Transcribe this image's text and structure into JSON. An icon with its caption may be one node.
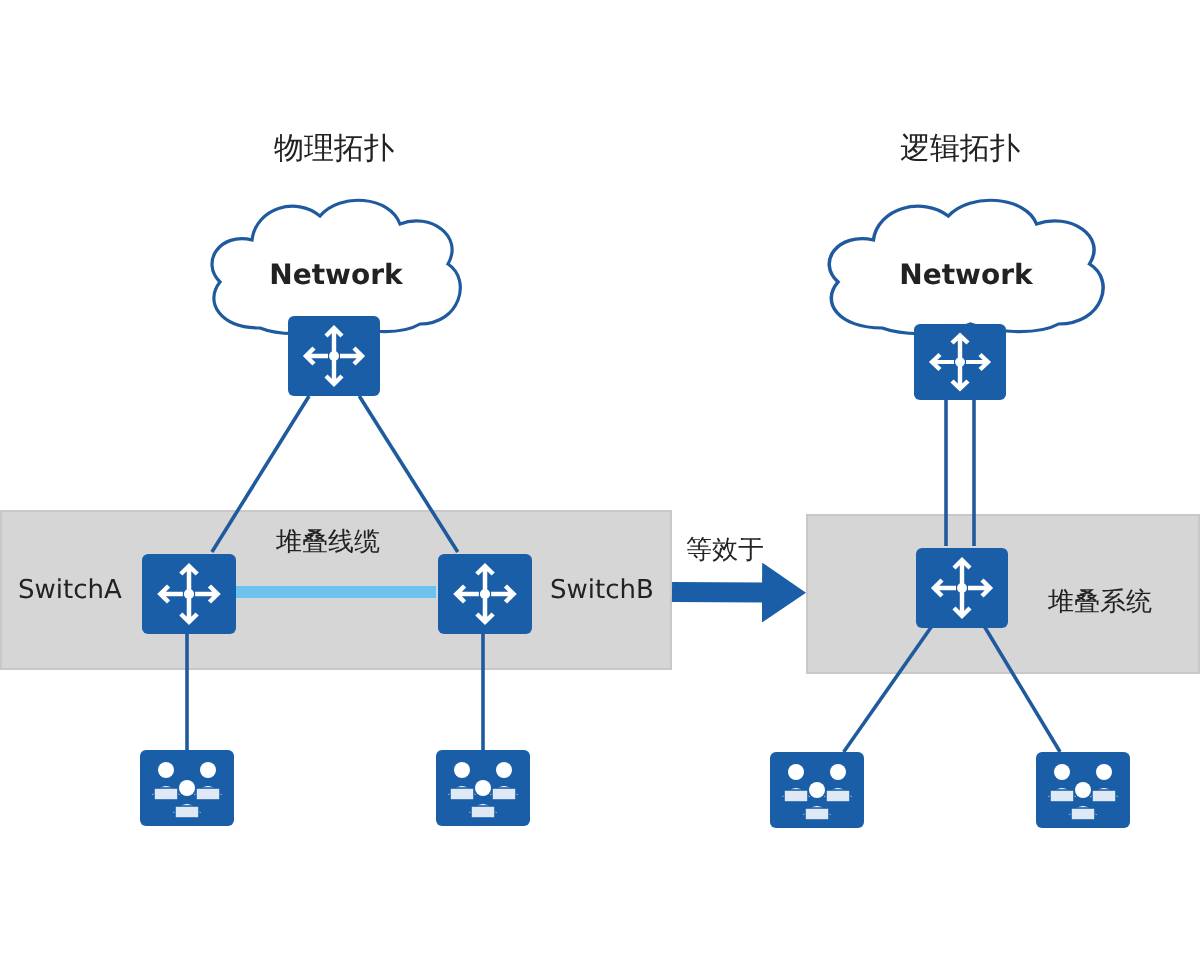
{
  "diagram": {
    "nodes": [
      {
        "text": [
          "Network"
        ]
      },
      {
        "text": [],
        "shape": "box"
      },
      {
        "text": [],
        "shape": "box"
      },
      {
        "text": [],
        "shape": "box",
        "in": 2,
        "beside": [
          "SwitchA"
        ]
      },
      {
        "text": [],
        "shape": "box",
        "in": 2,
        "beside": [
          "SwitchB"
        ]
      },
      {
        "text": [],
        "shape": "box"
      },
      {
        "text": [],
        "shape": "box"
      },
      {
        "text": [
          "Network"
        ]
      },
      {
        "text": [],
        "shape": "box"
      },
      {
        "text": [
          "堆叠系统"
        ]
      },
      {
        "text": [],
        "shape": "box",
        "in": 9
      },
      {
        "text": [],
        "shape": "box"
      },
      {
        "text": [],
        "shape": "box"
      }
    ],
    "edges": [
      {
        "from": 1,
        "to": 3,
        "arrow": "none"
      },
      {
        "from": 1,
        "to": 4,
        "arrow": "none"
      },
      {
        "from": 3,
        "to": 4,
        "arrow": "none",
        "label": "堆叠线缆",
        "style": "thick",
        "color": "#6cc4ee"
      },
      {
        "from": 3,
        "to": 5,
        "arrow": "none"
      },
      {
        "from": 4,
        "to": 6,
        "arrow": "none"
      },
      {
        "from": 2,
        "to": 9,
        "arrow": "to",
        "label": "等效于",
        "style": "thick"
      },
      {
        "from": 8,
        "to": 10,
        "arrow": "none"
      },
      {
        "from": 8,
        "to": 10,
        "arrow": "none"
      },
      {
        "from": 10,
        "to": 11,
        "arrow": "none"
      },
      {
        "from": 10,
        "to": 12,
        "arrow": "none"
      }
    ],
    "labels": [
      "物理拓扑",
      "逻辑拓扑"
    ]
  }
}
